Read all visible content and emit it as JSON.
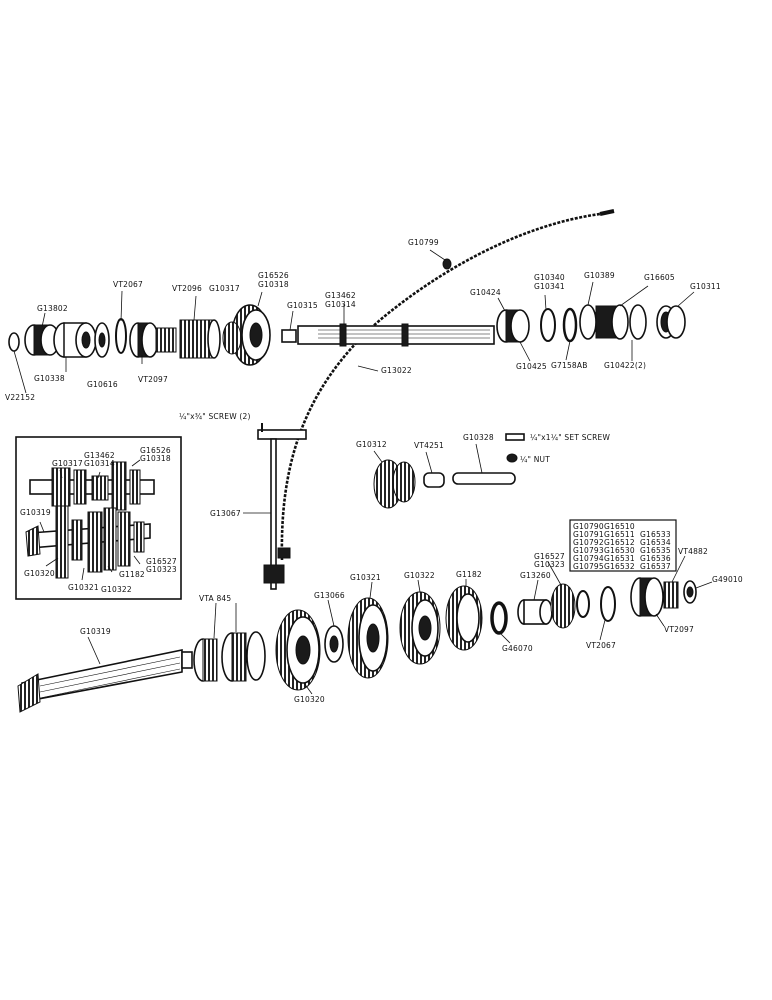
{
  "labels": {
    "v22152": "V22152",
    "g13802": "G13802",
    "g10338": "G10338",
    "vt2067_top": "VT2067",
    "g10616": "G10616",
    "vt2096": "VT2096",
    "vt2097_top": "VT2097",
    "g10317": "G10317",
    "g16526": "G16526",
    "g10318": "G10318",
    "g10315": "G10315",
    "g13462": "G13462",
    "g10314": "G10314",
    "g13022": "G13022",
    "g10799": "G10799",
    "g10424": "G10424",
    "g10425": "G10425",
    "g10340": "G10340",
    "g10341": "G10341",
    "g07158ab": "G7158AB",
    "g10389": "G10389",
    "g10422": "G10422(2)",
    "g16605": "G16605",
    "g10311": "G10311",
    "screw": "¼\"x¾\" SCREW (2)",
    "set_screw": "¼\"x1¼\" SET SCREW",
    "nut": "¼\" NUT",
    "g10312": "G10312",
    "vt4251": "VT4251",
    "g10328": "G10328",
    "g13067": "G13067",
    "vta845": "VTA 845",
    "g10319_main": "G10319",
    "g10320_main": "G10320",
    "g13066": "G13066",
    "g10321_main": "G10321",
    "g10322_main": "G10322",
    "g1182_main": "G1182",
    "g46070": "G46070",
    "g16527": "G16527",
    "g10323": "G10323",
    "g13260": "G13260",
    "vt2067_low": "VT2067",
    "vt2097_low": "VT2097",
    "vt4882": "VT4882",
    "g49010": "G49010"
  },
  "box_parts": [
    [
      "G10790",
      "G16510"
    ],
    [
      "G10791",
      "G16511",
      "G16533"
    ],
    [
      "G10792",
      "G16512",
      "G16534"
    ],
    [
      "G10793",
      "G16530",
      "G16535"
    ],
    [
      "G10794",
      "G16531",
      "G16536"
    ],
    [
      "G10795",
      "G16532",
      "G16537"
    ]
  ],
  "inset": {
    "g13462": "G13462",
    "g10314": "G10314",
    "g10317": "G10317",
    "g16526": "G16526",
    "g10318": "G10318",
    "g10319": "G10319",
    "g10320": "G10320",
    "g10321": "G10321",
    "g10322": "G10322",
    "g1182": "G1182",
    "g16527": "G16527",
    "g10323": "G10323"
  }
}
